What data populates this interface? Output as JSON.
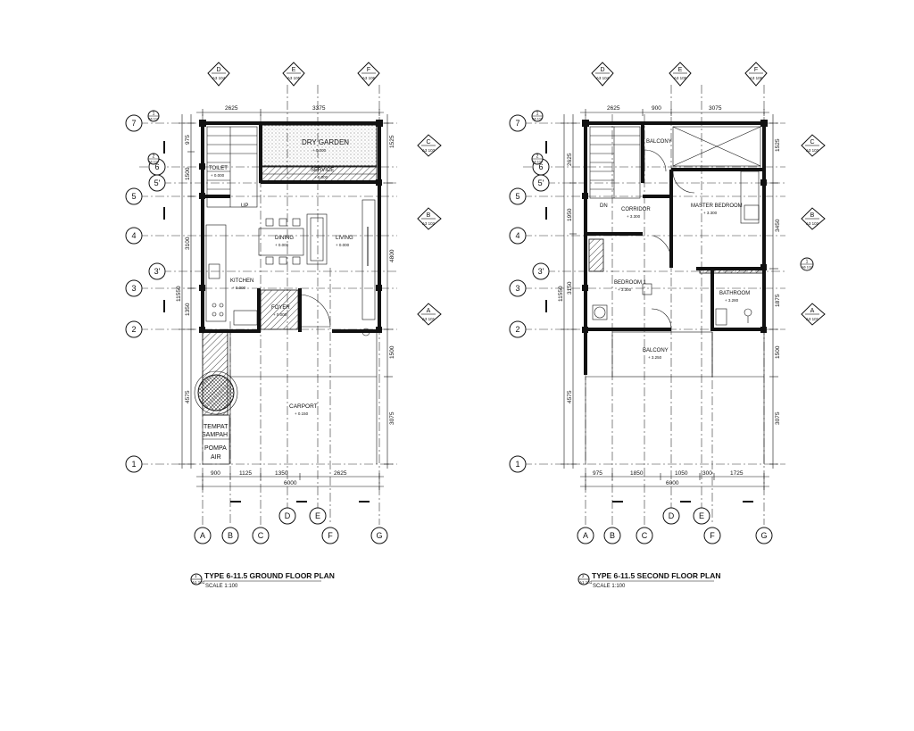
{
  "plans": [
    {
      "title": "TYPE 6-11.5 GROUND FLOOR PLAN",
      "scale": "SCALE 1:100",
      "view_number": "1",
      "view_sheet": "A1 101",
      "rooms": {
        "dry_garden": "DRY GARDEN",
        "toilet": "TOILET",
        "service": "SERVICE",
        "dining": "DINING",
        "living": "LIVING",
        "kitchen": "KITCHEN",
        "foyer": "FOYER",
        "carport": "CARPORT",
        "tempat_sampah": [
          "TEMPAT",
          "SAMPAH"
        ],
        "pompa_air": [
          "POMPA",
          "AIR"
        ],
        "stair_up": "UP"
      },
      "levels": {
        "dry_garden": "+ 0.000",
        "toilet": "+ 0.000",
        "service": "+ 0.000",
        "dining": "+ 0.000",
        "living": "+ 0.000",
        "kitchen": "+ 0.000",
        "foyer": "+ 0.000",
        "carport": "+ 0.150"
      },
      "dims_top": [
        "2625",
        "3375"
      ],
      "dims_bottom": [
        "900",
        "1125",
        "1350",
        "2625"
      ],
      "dim_total": "6000",
      "dims_left": [
        "975",
        "1500",
        "3100",
        "1350"
      ],
      "dim_left_total": "11550",
      "dim_left_lower": "4575",
      "dims_right": [
        "1525",
        "4800",
        "1500",
        "3075"
      ]
    },
    {
      "title": "TYPE 6-11.5 SECOND FLOOR PLAN",
      "scale": "SCALE 1:100",
      "view_number": "2",
      "view_sheet": "A1 101",
      "rooms": {
        "balcony_top": "BALCONY",
        "corridor": "CORRIDOR",
        "master_bedroom": "MASTER BEDROOM",
        "bedroom_1": "BEDROOM 1",
        "bathroom": "BATHROOM",
        "balcony_bottom": "BALCONY",
        "stair_dn": "DN"
      },
      "levels": {
        "corridor": "+ 3.300",
        "master_bedroom": "+ 3.300",
        "bedroom_1": "+ 3.300",
        "bathroom": "+ 3.280",
        "balcony_bottom": "+ 3.250"
      },
      "dims_top": [
        "2625",
        "900",
        "3075"
      ],
      "dims_bottom": [
        "975",
        "1850",
        "1050",
        "300",
        "1725"
      ],
      "dim_total": "6000",
      "dims_left": [
        "2625",
        "1950",
        "3150"
      ],
      "dim_left_total": "11550",
      "dim_left_lower": "4575",
      "dims_right": [
        "1525",
        "3450",
        "1875",
        "1500",
        "3075"
      ]
    }
  ],
  "grid_rows": [
    "7",
    "6",
    "5'",
    "5",
    "4",
    "3'",
    "3",
    "2",
    "1"
  ],
  "grid_columns": [
    "A",
    "B",
    "C",
    "D",
    "E",
    "F",
    "G"
  ],
  "section_markers": {
    "top": [
      {
        "letter": "D",
        "sheet": "A3 104"
      },
      {
        "letter": "E",
        "sheet": "A3 105"
      },
      {
        "letter": "F",
        "sheet": "A3 106"
      }
    ],
    "right": [
      {
        "letter": "C",
        "sheet": "A3 103"
      },
      {
        "letter": "B",
        "sheet": "A3 102"
      },
      {
        "letter": "A",
        "sheet": "A3 101"
      }
    ],
    "left": [
      {
        "number": "1",
        "sheet": "A6 101"
      },
      {
        "number": "2",
        "sheet": "A6 102"
      }
    ],
    "second_floor_right_detail": {
      "number": "1",
      "sheet": "A6 103"
    }
  }
}
